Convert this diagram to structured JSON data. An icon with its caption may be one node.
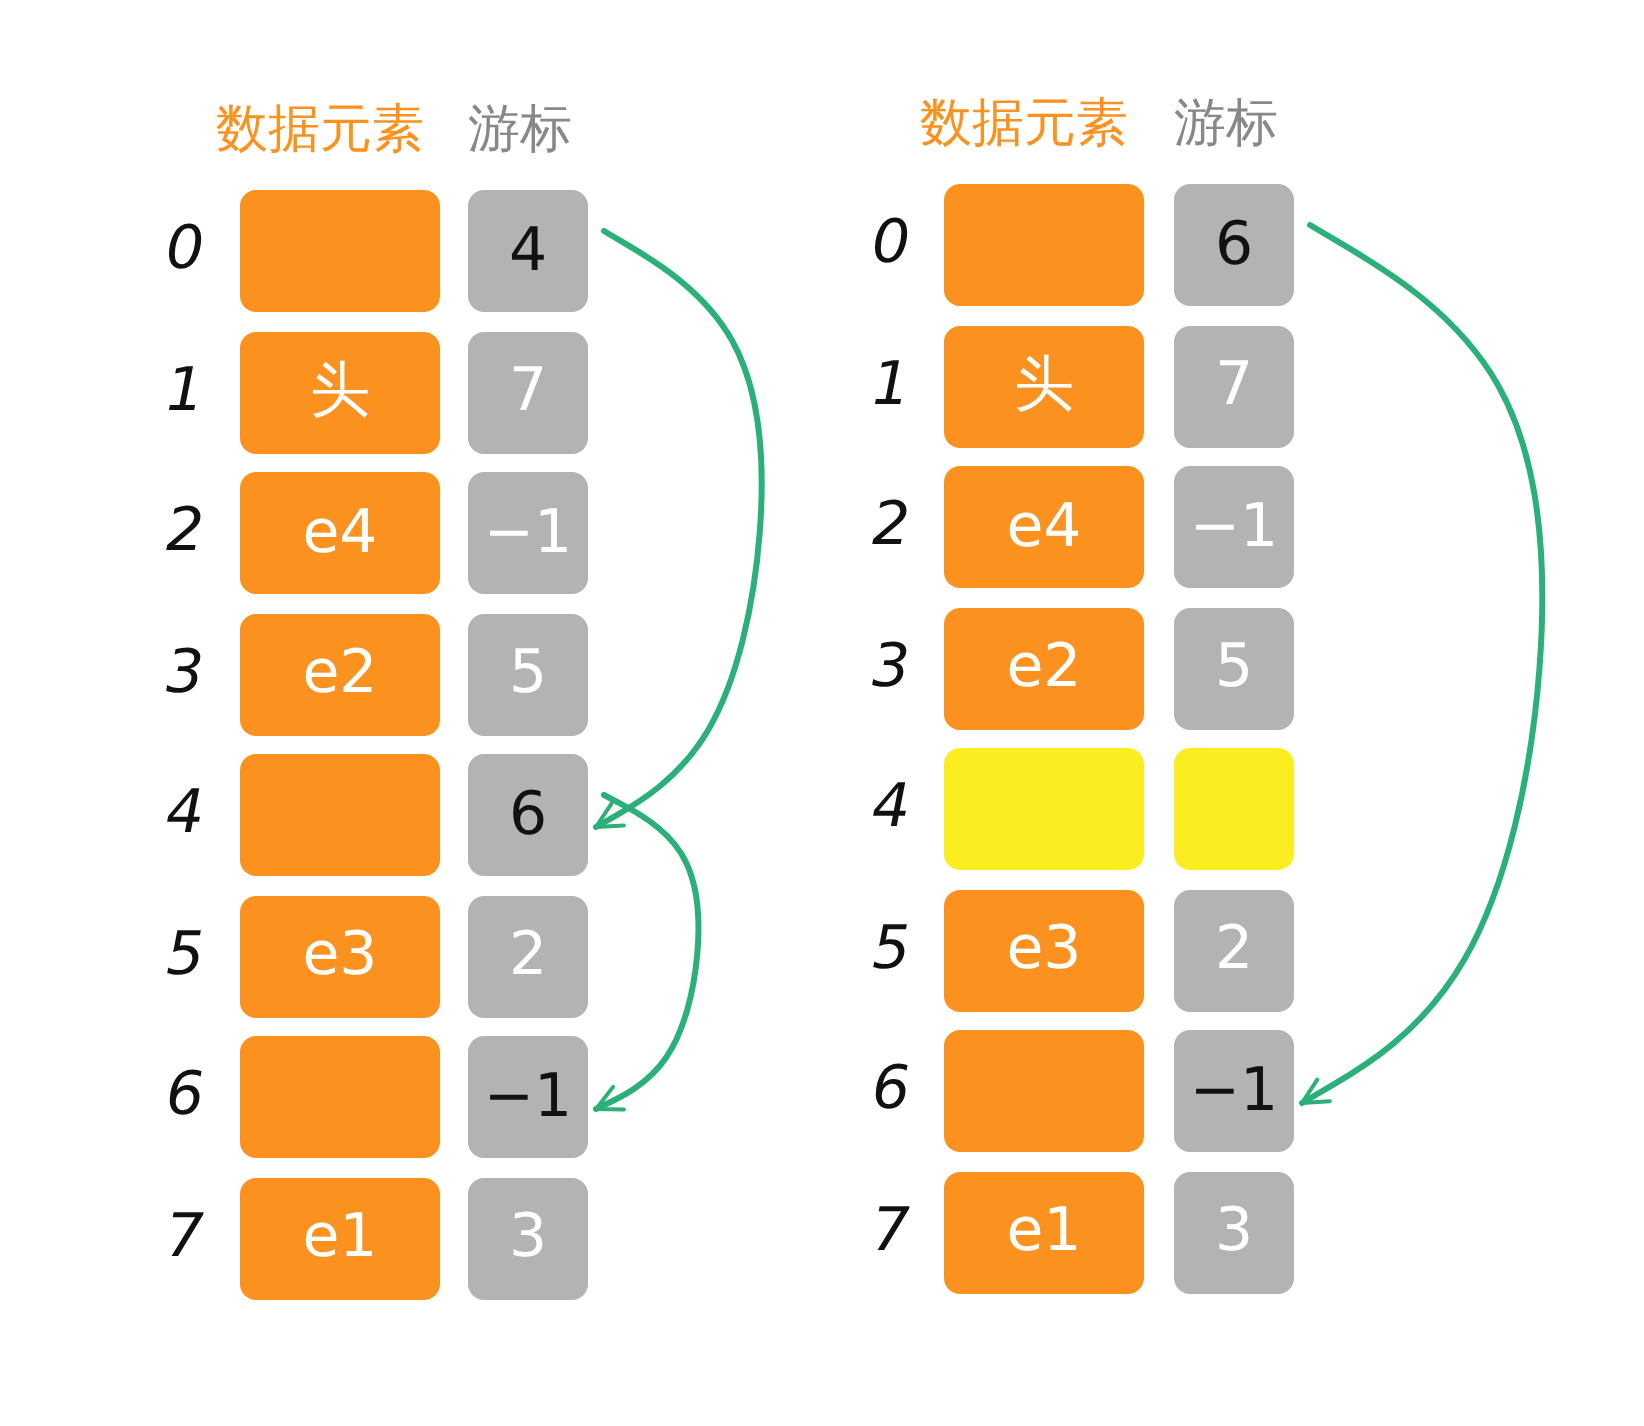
{
  "diagram": {
    "nodes": [
      {
        "text": [],
        "shape": "box"
      },
      {
        "text": [
          "4"
        ]
      },
      {
        "text": [
          "头"
        ]
      },
      {
        "text": [
          "7"
        ]
      },
      {
        "text": [
          "e4"
        ]
      },
      {
        "text": [
          "−1"
        ]
      },
      {
        "text": [
          "e2"
        ]
      },
      {
        "text": [
          "5"
        ]
      },
      {
        "text": [],
        "shape": "box"
      },
      {
        "text": [
          "6"
        ]
      },
      {
        "text": [
          "e3"
        ]
      },
      {
        "text": [
          "2"
        ]
      },
      {
        "text": [],
        "shape": "box"
      },
      {
        "text": [
          "−1"
        ]
      },
      {
        "text": [
          "e1"
        ]
      },
      {
        "text": [
          "3"
        ]
      },
      {
        "text": [],
        "shape": "box"
      },
      {
        "text": [
          "6"
        ]
      },
      {
        "text": [
          "头"
        ]
      },
      {
        "text": [
          "7"
        ]
      },
      {
        "text": [
          "e4"
        ]
      },
      {
        "text": [
          "−1"
        ]
      },
      {
        "text": [
          "e2"
        ]
      },
      {
        "text": [
          "5"
        ]
      },
      {
        "text": [],
        "shape": "box"
      },
      {
        "text": [],
        "shape": "box"
      },
      {
        "text": [
          "e3"
        ]
      },
      {
        "text": [
          "2"
        ]
      },
      {
        "text": [],
        "shape": "box"
      },
      {
        "text": [
          "−1"
        ]
      },
      {
        "text": [
          "e1"
        ]
      },
      {
        "text": [
          "3"
        ]
      }
    ],
    "edges": [
      {
        "from": 1,
        "to": 9,
        "arrow": "to"
      },
      {
        "from": 9,
        "to": 13,
        "arrow": "to"
      },
      {
        "from": 17,
        "to": 29,
        "arrow": "to"
      }
    ],
    "labels": [
      "数据元素",
      "游标",
      "数据元素",
      "游标",
      "0",
      "0",
      "1",
      "1",
      "2",
      "2",
      "3",
      "3",
      "4",
      "4",
      "5",
      "5",
      "6",
      "6",
      "7",
      "7"
    ]
  }
}
